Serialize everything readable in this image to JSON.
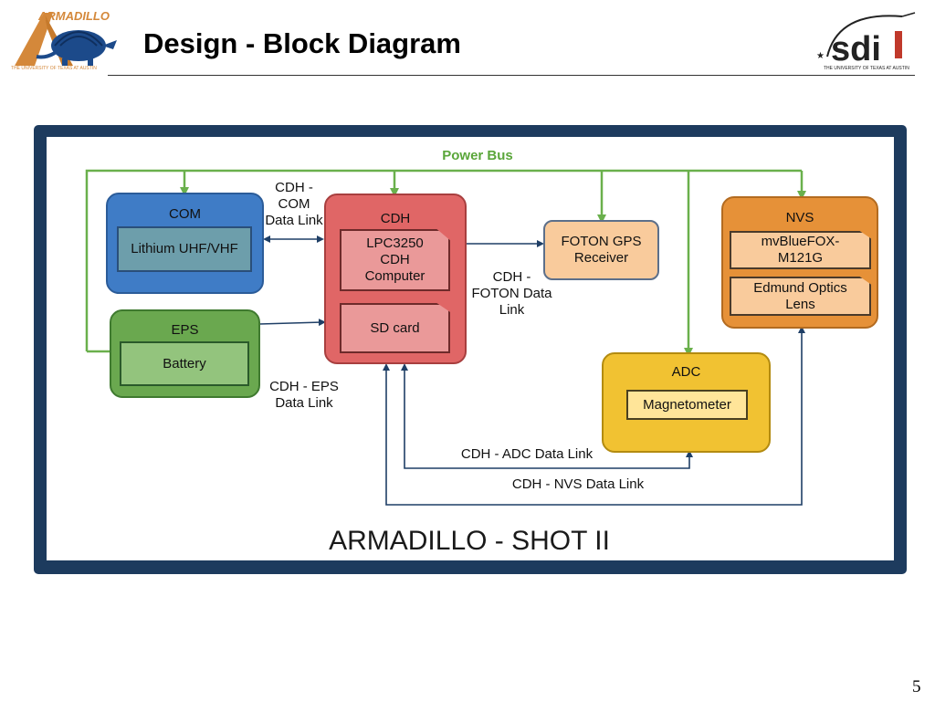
{
  "slide": {
    "title": "Design - Block Diagram",
    "page_number": "5"
  },
  "logos": {
    "left": {
      "text": "ARMADILLO",
      "subtitle": "THE UNIVERSITY OF TEXAS AT AUSTIN"
    },
    "right": {
      "text": "sdi",
      "subtitle": "THE UNIVERSITY OF TEXAS AT AUSTIN"
    }
  },
  "diagram": {
    "power_bus_label": "Power Bus",
    "footer": "ARMADILLO - SHOT II",
    "blocks": {
      "com": {
        "title": "COM",
        "sub": "Lithium UHF/VHF"
      },
      "eps": {
        "title": "EPS",
        "sub": "Battery"
      },
      "cdh": {
        "title": "CDH",
        "sub1": "LPC3250\nCDH\nComputer",
        "sub2": "SD card"
      },
      "gps": {
        "title": "FOTON GPS\nReceiver"
      },
      "nvs": {
        "title": "NVS",
        "sub1": "mvBlueFOX-\nM121G",
        "sub2": "Edmund Optics\nLens"
      },
      "adc": {
        "title": "ADC",
        "sub": "Magnetometer"
      }
    },
    "links": {
      "cdh_com": "CDH -\nCOM\nData Link",
      "cdh_foton": "CDH -\nFOTON Data\nLink",
      "cdh_eps": "CDH - EPS\nData Link",
      "cdh_adc": "CDH - ADC Data Link",
      "cdh_nvs": "CDH - NVS Data Link"
    },
    "colors": {
      "frame": "#1d3b5e",
      "power": "#6ab04c",
      "data": "#1f3f66",
      "com": "#3f7cc6",
      "com_sub": "#6d9eab",
      "eps": "#6aa84f",
      "eps_sub": "#93c47d",
      "cdh": "#e06666",
      "cdh_sub": "#ea9999",
      "gps": "#f9cb9c",
      "nvs": "#e69138",
      "nvs_sub": "#f9cb9c",
      "adc": "#f1c232",
      "adc_sub": "#ffe599"
    }
  }
}
